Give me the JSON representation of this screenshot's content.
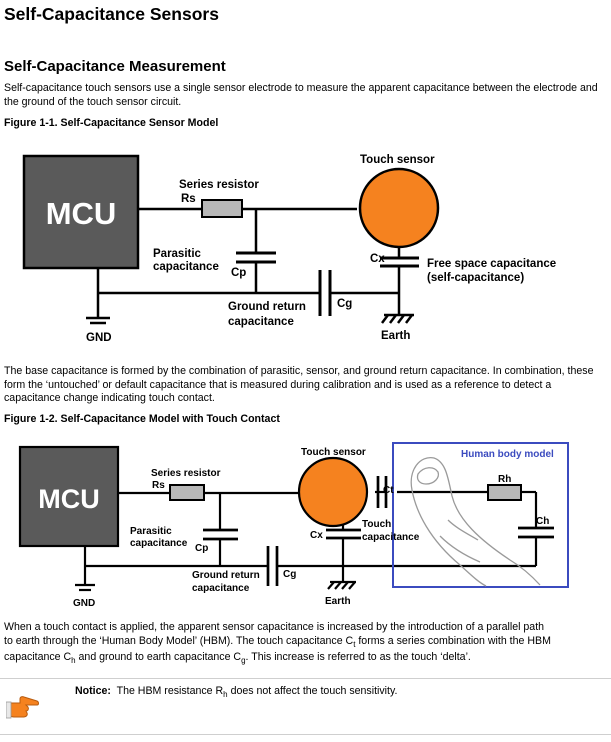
{
  "title": "Self-Capacitance Sensors",
  "section_title": "Self-Capacitance Measurement",
  "intro": "Self-capacitance touch sensors use a single sensor electrode to measure the apparent capacitance between the electrode and the ground of the touch sensor circuit.",
  "figure1": {
    "caption": "Figure 1-1.  Self-Capacitance Sensor Model",
    "mcu": "MCU",
    "touch_sensor": "Touch sensor",
    "series_resistor": "Series resistor",
    "rs": "Rs",
    "parasitic_1": "Parasitic",
    "parasitic_2": "capacitance",
    "cp": "Cp",
    "cx": "Cx",
    "free_space_1": "Free space capacitance",
    "free_space_2": "(self-capacitance)",
    "cg": "Cg",
    "ground_return_1": "Ground return",
    "ground_return_2": "capacitance",
    "gnd": "GND",
    "earth": "Earth"
  },
  "para2": "The base capacitance is formed by the combination of parasitic, sensor, and ground return capacitance. In combination, these form the ‘untouched’ or default capacitance that is measured during calibration and is used as a reference to detect a capacitance change indicating touch contact.",
  "figure2": {
    "caption": "Figure 1-2.  Self-Capacitance Model with Touch Contact",
    "mcu": "MCU",
    "touch_sensor": "Touch sensor",
    "series_resistor": "Series resistor",
    "rs": "Rs",
    "parasitic_1": "Parasitic",
    "parasitic_2": "capacitance",
    "cp": "Cp",
    "cx": "Cx",
    "ct": "Ct",
    "touch_cap_1": "Touch",
    "touch_cap_2": "capacitance",
    "human_body_model": "Human body model",
    "rh": "Rh",
    "ch": "Ch",
    "cg": "Cg",
    "ground_return_1": "Ground return",
    "ground_return_2": "capacitance",
    "gnd": "GND",
    "earth": "Earth"
  },
  "para3": {
    "line1": "When a touch contact is applied, the apparent sensor capacitance is increased by the introduction of a parallel path",
    "line2a": "to earth through the ‘Human Body Model’ (HBM). The touch capacitance C",
    "line2a_sub": "t",
    "line2b": " forms a series combination with the HBM",
    "line3a": "capacitance C",
    "line3a_sub": "h",
    "line3b": " and ground to earth capacitance C",
    "line3b_sub": "g",
    "line3c": ". This increase is referred to as the touch ‘delta’."
  },
  "notice": {
    "label": "Notice:",
    "text_a": "The HBM resistance R",
    "text_sub": "h",
    "text_b": " does not affect the touch sensitivity."
  },
  "colors": {
    "mcu_fill": "#5a5a5a",
    "sensor_fill": "#f5821f",
    "hbm_border": "#3b4bbf",
    "hbm_label": "#3b4bbf",
    "resistor_fill": "#b8b8b8"
  }
}
